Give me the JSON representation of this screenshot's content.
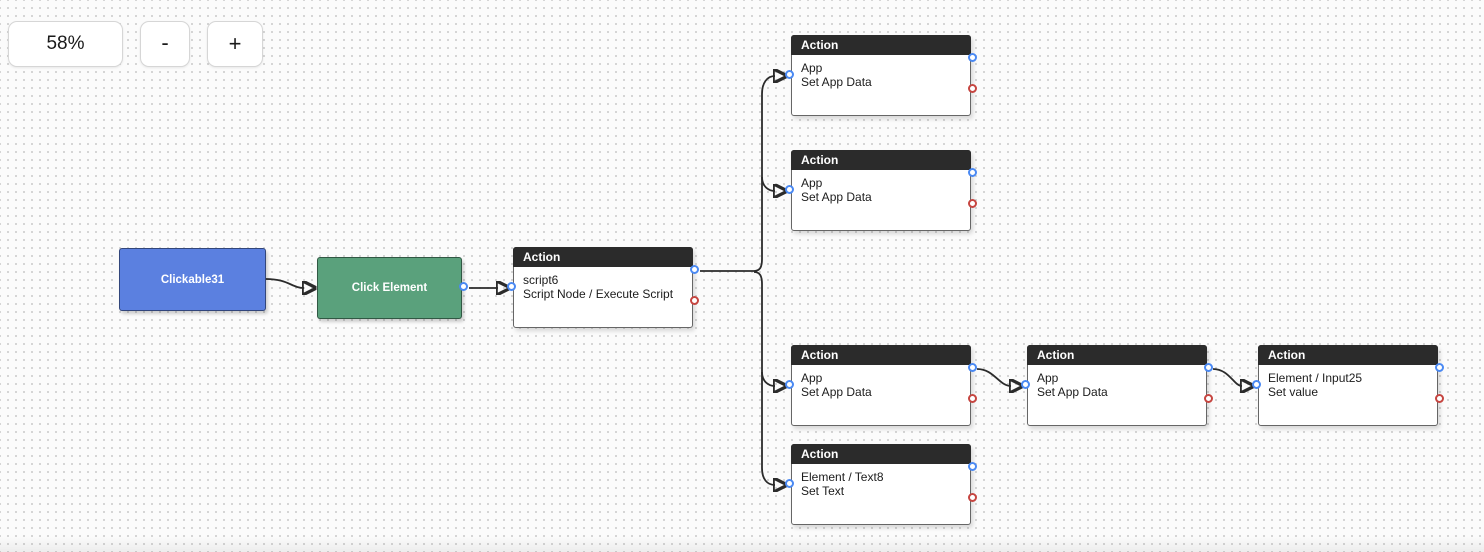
{
  "zoom_controls": {
    "level": "58%",
    "zoom_out_label": "-",
    "zoom_in_label": "+"
  },
  "nodes": {
    "clickable31": {
      "label": "Clickable31"
    },
    "click_element": {
      "label": "Click Element"
    },
    "script6": {
      "header": "Action",
      "line1": "script6",
      "line2": "Script Node / Execute Script"
    },
    "set_app_data_1": {
      "header": "Action",
      "line1": "App",
      "line2": "Set App Data"
    },
    "set_app_data_2": {
      "header": "Action",
      "line1": "App",
      "line2": "Set App Data"
    },
    "set_app_data_3": {
      "header": "Action",
      "line1": "App",
      "line2": "Set App Data"
    },
    "set_app_data_4": {
      "header": "Action",
      "line1": "App",
      "line2": "Set App Data"
    },
    "set_value": {
      "header": "Action",
      "line1": "Element / Input25",
      "line2": "Set value"
    },
    "set_text": {
      "header": "Action",
      "line1": "Element / Text8",
      "line2": "Set Text"
    }
  },
  "colors": {
    "node_blue": "#5b80e0",
    "node_green": "#5aa17c",
    "action_header": "#2b2b2b",
    "port_output_blue": "#4a89f3",
    "port_error_red": "#c64540",
    "edge": "#2b2b2b",
    "canvas_background": "#fbfbfb",
    "canvas_dot": "#d2d2d2"
  }
}
